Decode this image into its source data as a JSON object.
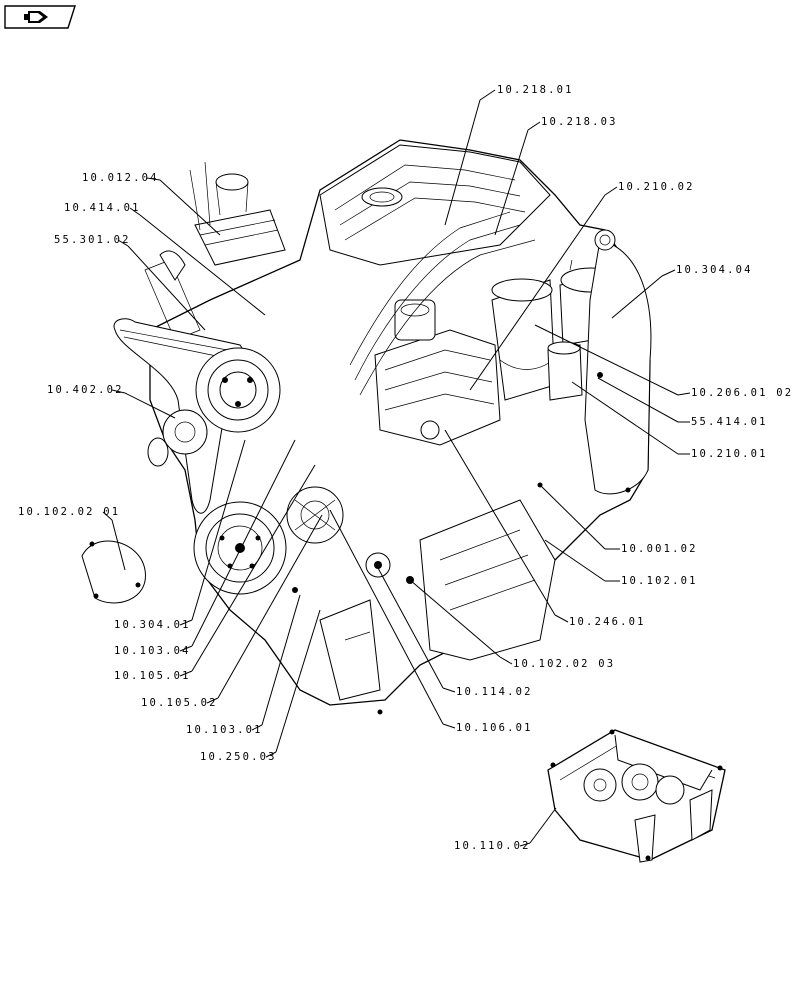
{
  "nav_icon": {
    "name": "back-arrow-icon"
  },
  "callouts": [
    "10.218.01",
    "10.218.03",
    "10.012.04",
    "10.210.02",
    "10.414.01",
    "55.301.02",
    "10.304.04",
    "10.402.02",
    "10.206.01 02",
    "55.414.01",
    "10.210.01",
    "10.102.02 01",
    "10.001.02",
    "10.102.01",
    "10.246.01",
    "10.304.01",
    "10.103.04",
    "10.105.01",
    "10.102.02 03",
    "10.105.02",
    "10.114.02",
    "10.103.01",
    "10.106.01",
    "10.250.03",
    "10.110.02"
  ]
}
